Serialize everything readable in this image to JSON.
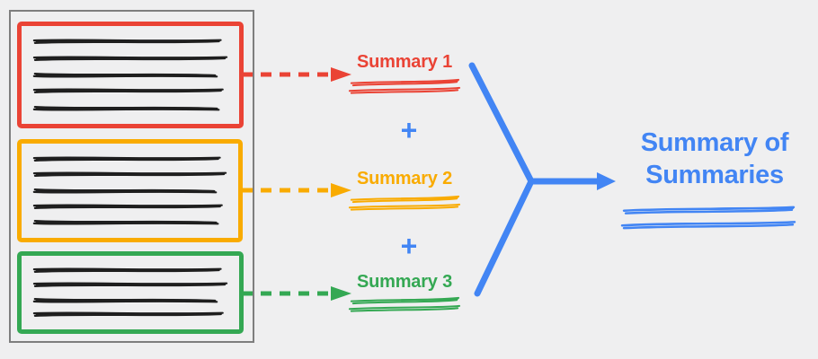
{
  "colors": {
    "red": "#EA4335",
    "orange": "#F9AB00",
    "green": "#34A853",
    "blue": "#4285F4",
    "ink": "#1f1f1f",
    "frame": "#7e7e7e",
    "bg": "#efeff0"
  },
  "source_document": {
    "sections": [
      {
        "name": "section-1",
        "color_key": "red",
        "text_lines_depicted": 5
      },
      {
        "name": "section-2",
        "color_key": "orange",
        "text_lines_depicted": 5
      },
      {
        "name": "section-3",
        "color_key": "green",
        "text_lines_depicted": 4
      }
    ]
  },
  "summaries": [
    {
      "label": "Summary 1",
      "color_key": "red"
    },
    {
      "label": "Summary 2",
      "color_key": "orange"
    },
    {
      "label": "Summary 3",
      "color_key": "green"
    }
  ],
  "operator": {
    "plus": "+"
  },
  "result": {
    "label": "Summary of Summaries",
    "color_key": "blue"
  }
}
